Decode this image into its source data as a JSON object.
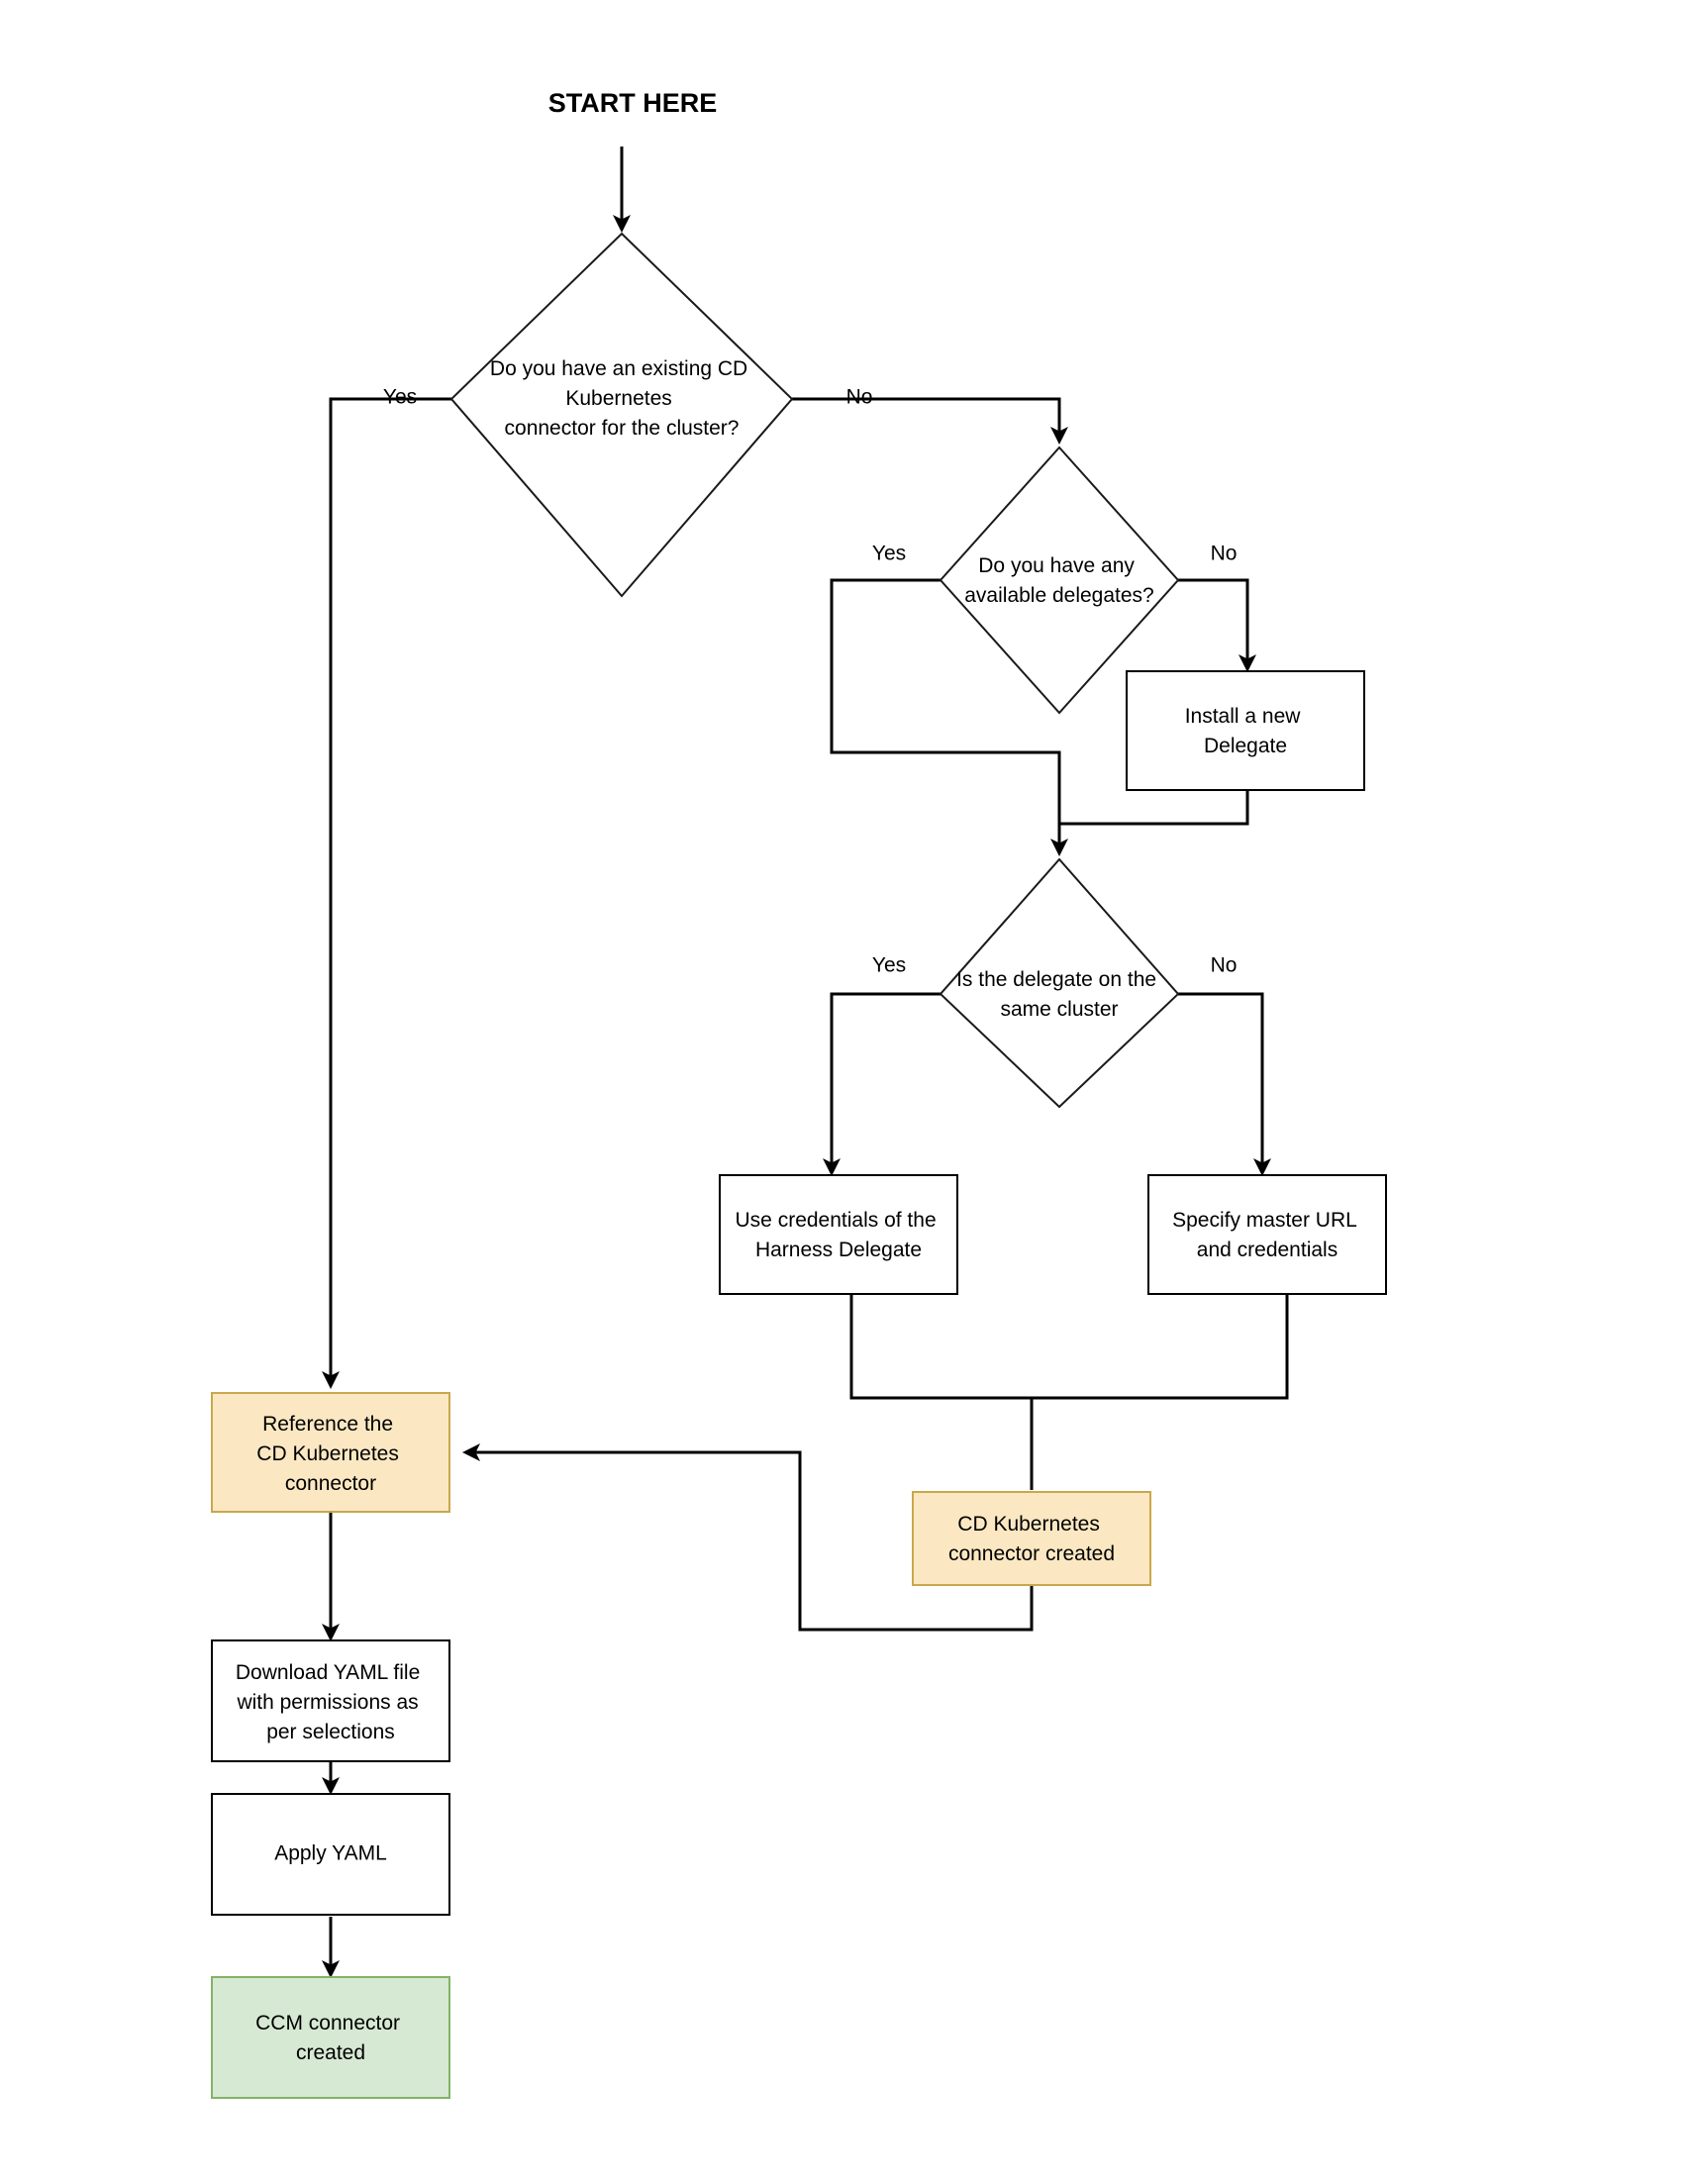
{
  "diagram": {
    "title": "START HERE",
    "type": "flowchart",
    "colors": {
      "orange_fill": "#FBE8C2",
      "orange_stroke": "#C9A84C",
      "green_fill": "#D6E9D3",
      "green_stroke": "#82B366",
      "plain_fill": "#FFFFFF",
      "plain_stroke": "#000000",
      "edge": "#000000",
      "background": "#FFFFFF"
    },
    "nodes": {
      "start": {
        "label": "START HERE",
        "shape": "text"
      },
      "d1": {
        "label": "Do you have an existing CD\nKubernetes\nconnector for the cluster?",
        "shape": "diamond"
      },
      "d2": {
        "label": "Do you have any\navailable delegates?",
        "shape": "diamond"
      },
      "d3": {
        "label": "Is the delegate on the\nsame cluster",
        "shape": "diamond"
      },
      "install_delegate": {
        "label": "Install a new\nDelegate",
        "shape": "rect",
        "style": "plain"
      },
      "use_creds": {
        "label": "Use credentials of the\nHarness Delegate",
        "shape": "rect",
        "style": "plain"
      },
      "specify_master": {
        "label": "Specify master URL\nand credentials",
        "shape": "rect",
        "style": "plain"
      },
      "reference_connector": {
        "label": "Reference the\nCD Kubernetes\nconnector",
        "shape": "rect",
        "style": "orange"
      },
      "cd_created": {
        "label": "CD Kubernetes\nconnector created",
        "shape": "rect",
        "style": "orange"
      },
      "download_yaml": {
        "label": "Download YAML file\nwith permissions as\nper selections",
        "shape": "rect",
        "style": "plain"
      },
      "apply_yaml": {
        "label": "Apply YAML",
        "shape": "rect",
        "style": "plain"
      },
      "ccm_created": {
        "label": "CCM connector\ncreated",
        "shape": "rect",
        "style": "green"
      }
    },
    "edge_labels": {
      "d1_yes": "Yes",
      "d1_no": "No",
      "d2_yes": "Yes",
      "d2_no": "No",
      "d3_yes": "Yes",
      "d3_no": "No"
    }
  }
}
